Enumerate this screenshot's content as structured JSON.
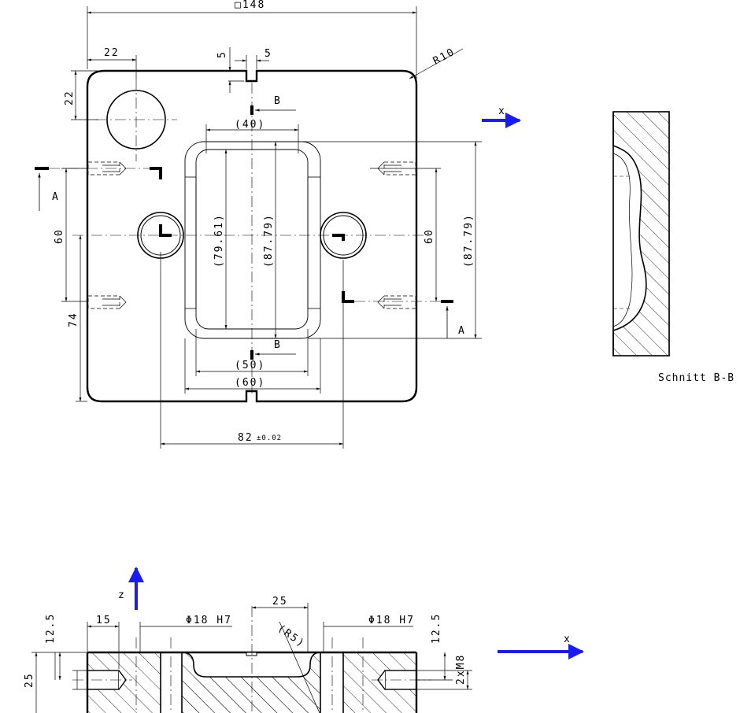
{
  "top_view": {
    "overall": "□148",
    "corner_radius": "R10",
    "dim_22_top": "22",
    "dim_22_left": "22",
    "dim_5a": "5",
    "dim_5b": "5",
    "pocket_width_40": "(40)",
    "pocket_width_50": "(50)",
    "pocket_width_60": "(60)",
    "pocket_h_7961": "(79.61)",
    "pocket_h_8779": "(87.79)",
    "right_h_8779": "(87.79)",
    "left_60": "60",
    "right_60": "60",
    "left_74": "74",
    "bottom_82": "82",
    "tolerance": "±0.02",
    "section_a": "A",
    "section_b": "B"
  },
  "axes": {
    "x_label": "x",
    "z_label": "z"
  },
  "section_view": {
    "caption": "Schnitt B-B"
  },
  "front_view": {
    "dim_25_top": "25",
    "dim_15": "15",
    "dim_12_5_left": "12.5",
    "dim_12_5_right": "12.5",
    "dim_25_left": "25",
    "bore_left": "Φ18 H7",
    "bore_right": "Φ18 H7",
    "radius_r5": "(R5)",
    "thread": "2xM8"
  }
}
